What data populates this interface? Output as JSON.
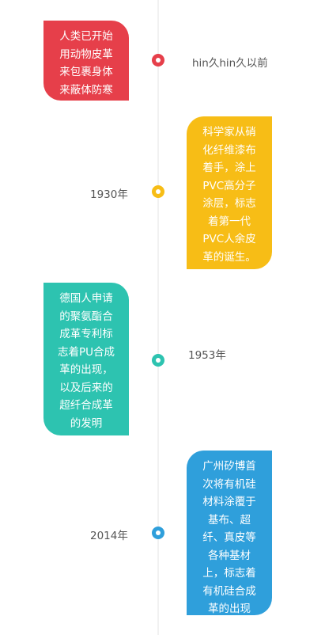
{
  "colors": {
    "red": "#e63f4a",
    "yellow": "#f7bd16",
    "teal": "#2dc3b0",
    "blue": "#2f9fdb"
  },
  "events": [
    {
      "label": "hin久hin久以前",
      "lines": [
        "人类已开始",
        "用动物皮革",
        "来包裹身体",
        "来蔽体防寒"
      ]
    },
    {
      "label": "1930年",
      "lines": [
        "科学家从硝",
        "化纤维漆布",
        "着手，涂上",
        "PVC高分子",
        "涂层，标志",
        "着第一代",
        "PVC人余皮",
        "革的诞生。"
      ]
    },
    {
      "label": "1953年",
      "lines": [
        "德国人申请",
        "的聚氨酯合",
        "成革专利标",
        "志着PU合成",
        "革的出现，",
        "以及后来的",
        "超纤合成革",
        "的发明"
      ]
    },
    {
      "label": "2014年",
      "lines": [
        "广州矽博首",
        "次将有机硅",
        "材料涂覆于",
        "基布、超",
        "纤、真皮等",
        "各种基材",
        "上，标志着",
        "有机硅合成",
        "革的出现"
      ]
    }
  ]
}
